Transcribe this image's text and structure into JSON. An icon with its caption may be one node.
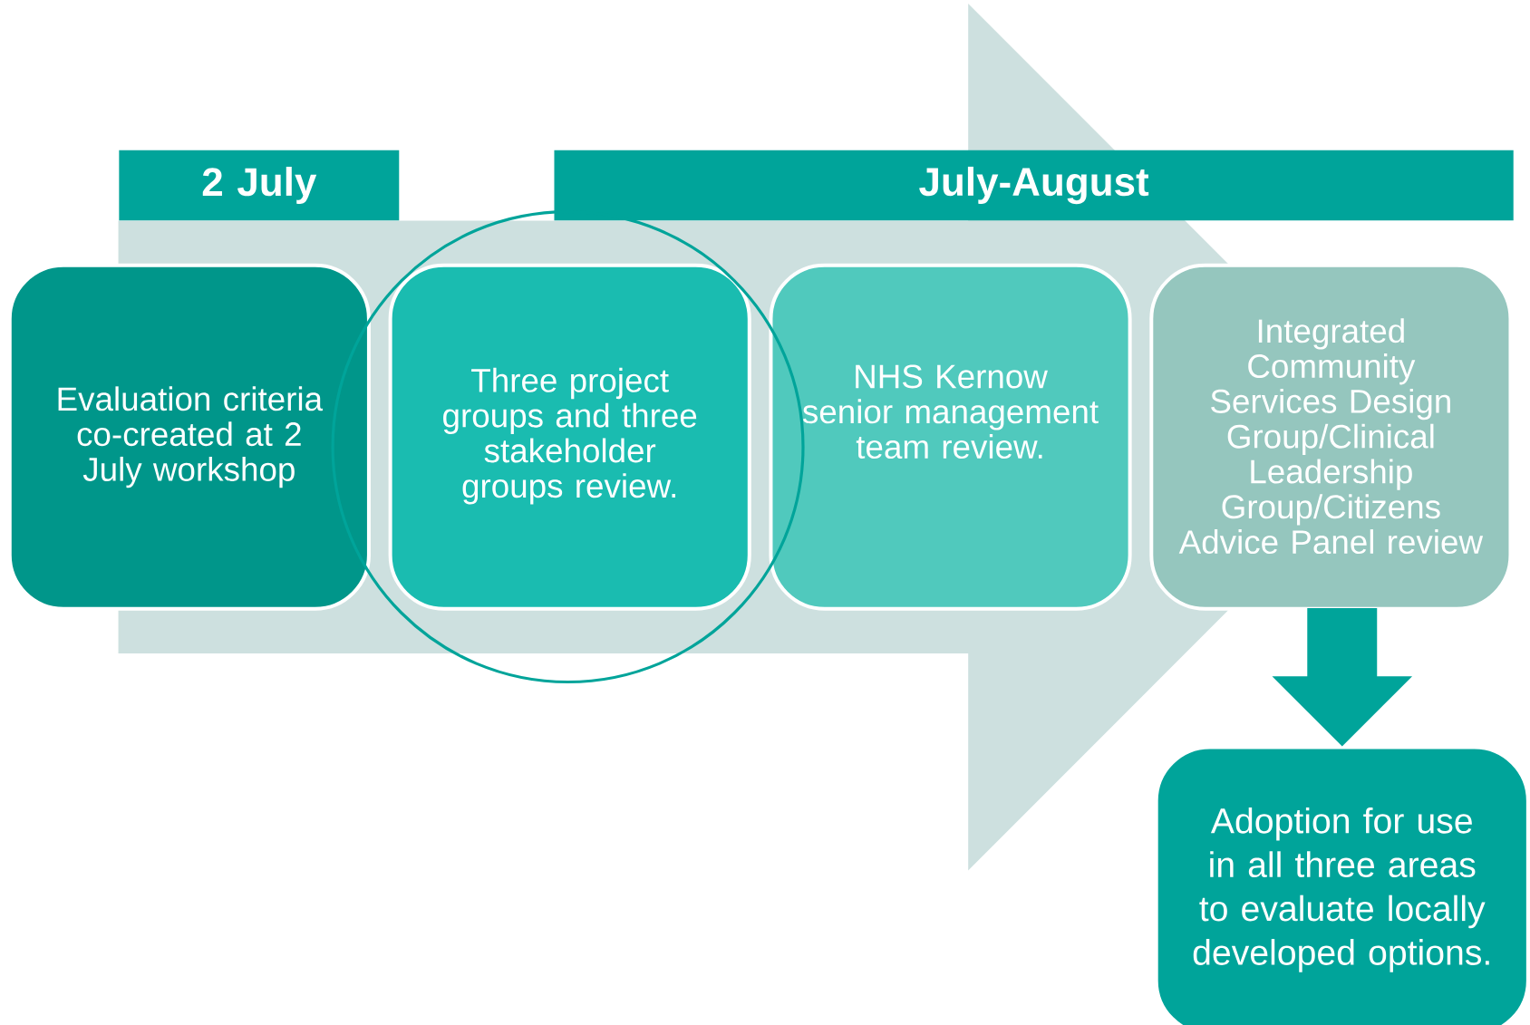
{
  "diagram": {
    "nodes": [
      {
        "text": [
          "2 July"
        ]
      },
      {
        "text": [
          "July-August"
        ]
      },
      {
        "text": [
          "Evaluation criteria co-created at 2 July workshop"
        ]
      },
      {
        "text": [
          "Three project groups and three stakeholder groups review."
        ]
      },
      {
        "text": [
          "NHS Kernow senior management team review."
        ]
      },
      {
        "text": [
          "Integrated Community Services Design Group/Clinical Leadership Group/Citizens Advice Panel review"
        ]
      },
      {
        "text": [
          "Adoption for use in all three areas to evaluate locally developed options."
        ]
      }
    ],
    "edges": [
      {
        "from": 2,
        "to": 5,
        "arrow": "to",
        "style": "thick",
        "color": "#cde0df"
      },
      {
        "from": 5,
        "to": 6,
        "arrow": "to",
        "style": "thick",
        "color": "#00a49a"
      }
    ]
  }
}
